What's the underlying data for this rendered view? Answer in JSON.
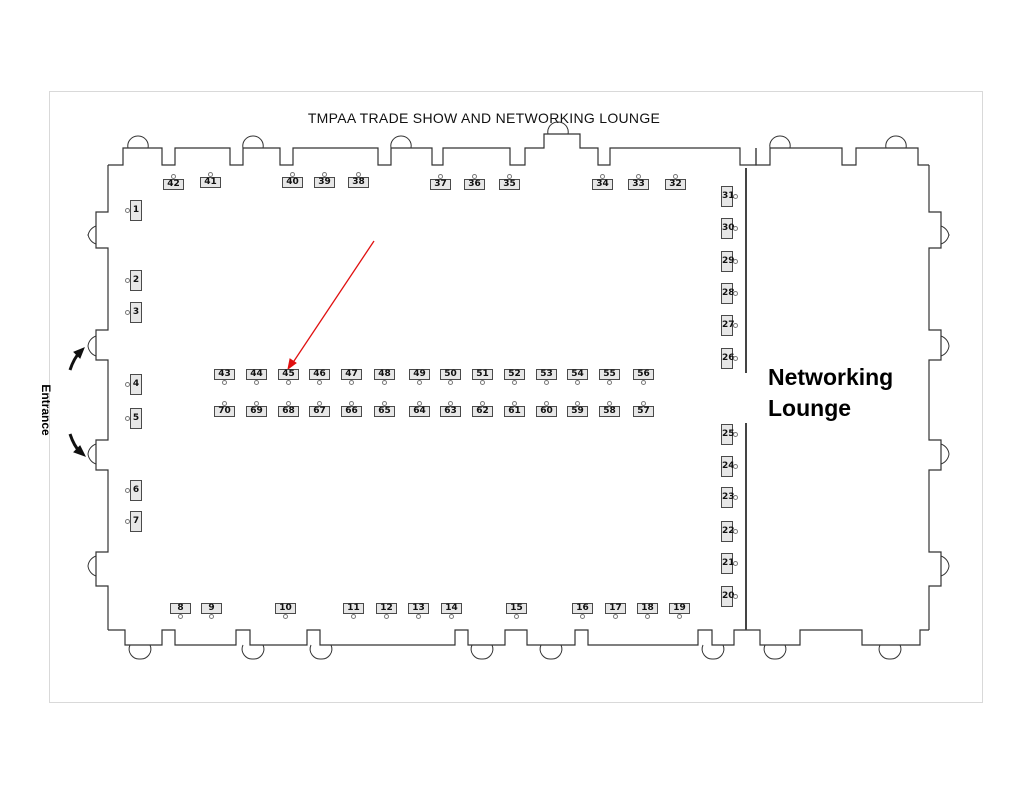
{
  "title": "TMPAA TRADE SHOW AND NETWORKING LOUNGE",
  "lounge_label_line1": "Networking",
  "lounge_label_line2": "Lounge",
  "entrance_label": "Entrance",
  "colors": {
    "booth_fill": "#e7e7e7",
    "arrow": "#e01010",
    "wall": "#333333"
  },
  "booths": [
    "1",
    "2",
    "3",
    "4",
    "5",
    "6",
    "7",
    "8",
    "9",
    "10",
    "11",
    "12",
    "13",
    "14",
    "15",
    "16",
    "17",
    "18",
    "19",
    "20",
    "21",
    "22",
    "23",
    "24",
    "25",
    "26",
    "27",
    "28",
    "29",
    "30",
    "31",
    "32",
    "33",
    "34",
    "35",
    "36",
    "37",
    "38",
    "39",
    "40",
    "41",
    "42",
    "43",
    "44",
    "45",
    "46",
    "47",
    "48",
    "49",
    "50",
    "51",
    "52",
    "53",
    "54",
    "55",
    "56",
    "57",
    "58",
    "59",
    "60",
    "61",
    "62",
    "63",
    "64",
    "65",
    "66",
    "67",
    "68",
    "69",
    "70"
  ],
  "highlight": {
    "booth": "45",
    "icon": "red-arrow-icon"
  }
}
